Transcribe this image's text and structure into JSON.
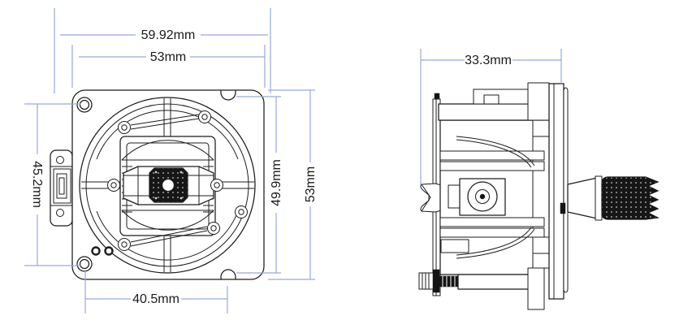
{
  "colors": {
    "outline": "#1c1c1c",
    "dimension_line": "#98a9dc",
    "label_text": "#1a1a1a",
    "background": "#ffffff",
    "knurl_fill": "#141414"
  },
  "front_view": {
    "dim_outer_width": "59.92mm",
    "dim_plate_width": "53mm",
    "dim_left_height": "45.2mm",
    "dim_mount_span": "49.9mm",
    "dim_plate_height": "53mm",
    "dim_bottom_span": "40.5mm"
  },
  "side_view": {
    "dim_depth": "33.3mm"
  }
}
